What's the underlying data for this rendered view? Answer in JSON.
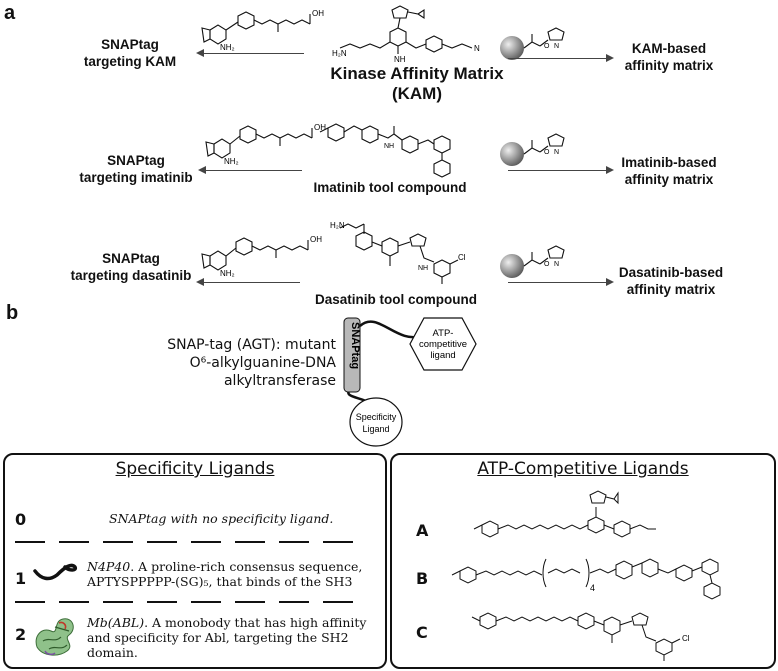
{
  "panel_a": {
    "letter": "a",
    "kam": {
      "left_label_line1": "SNAPtag",
      "left_label_line2": "targeting KAM",
      "center_line1": "Kinase Affinity Matrix",
      "center_line2": "(KAM)",
      "right_label_line1": "KAM-based",
      "right_label_line2": "affinity matrix"
    },
    "imatinib": {
      "left_label_line1": "SNAPtag",
      "left_label_line2": "targeting imatinib",
      "center": "Imatinib tool compound",
      "right_label_line1": "Imatinib-based",
      "right_label_line2": "affinity matrix"
    },
    "dasatinib": {
      "left_label_line1": "SNAPtag",
      "left_label_line2": "targeting dasatinib",
      "center": "Dasatinib tool compound",
      "right_label_line1": "Dasatinib-based",
      "right_label_line2": "affinity matrix"
    },
    "chem_labels": {
      "nh2": "NH₂",
      "oh": "OH",
      "h2n": "H₂N",
      "nh": "NH",
      "cl": "Cl",
      "n": "N",
      "o": "O"
    }
  },
  "panel_b": {
    "letter": "b",
    "snap_desc_line1": "SNAP-tag (AGT): mutant",
    "snap_desc_line2": "O⁶-alkylguanine-DNA",
    "snap_desc_line3": "alkyltransferase",
    "snaptag_label": "SNAPtag",
    "atp_line1": "ATP-",
    "atp_line2": "competitive",
    "atp_line3": "ligand",
    "spec_line1": "Specificity",
    "spec_line2": "Ligand"
  },
  "specificity_box": {
    "title": "Specificity Ligands",
    "rows": [
      {
        "num": "0",
        "italic": "SNAPtag with no specificity ligand.",
        "text": ""
      },
      {
        "num": "1",
        "italic": "N4P40",
        "text": ". A proline-rich consensus sequence, APTYSPPPPP-(SG)₅, that binds of the SH3"
      },
      {
        "num": "2",
        "italic": "Mb(ABL)",
        "text": ". A monobody that has high affinity and specificity for Abl, targeting the SH2 domain."
      }
    ]
  },
  "atp_box": {
    "title": "ATP-Competitive Ligands",
    "rows": [
      {
        "num": "A"
      },
      {
        "num": "B"
      },
      {
        "num": "C"
      }
    ]
  }
}
